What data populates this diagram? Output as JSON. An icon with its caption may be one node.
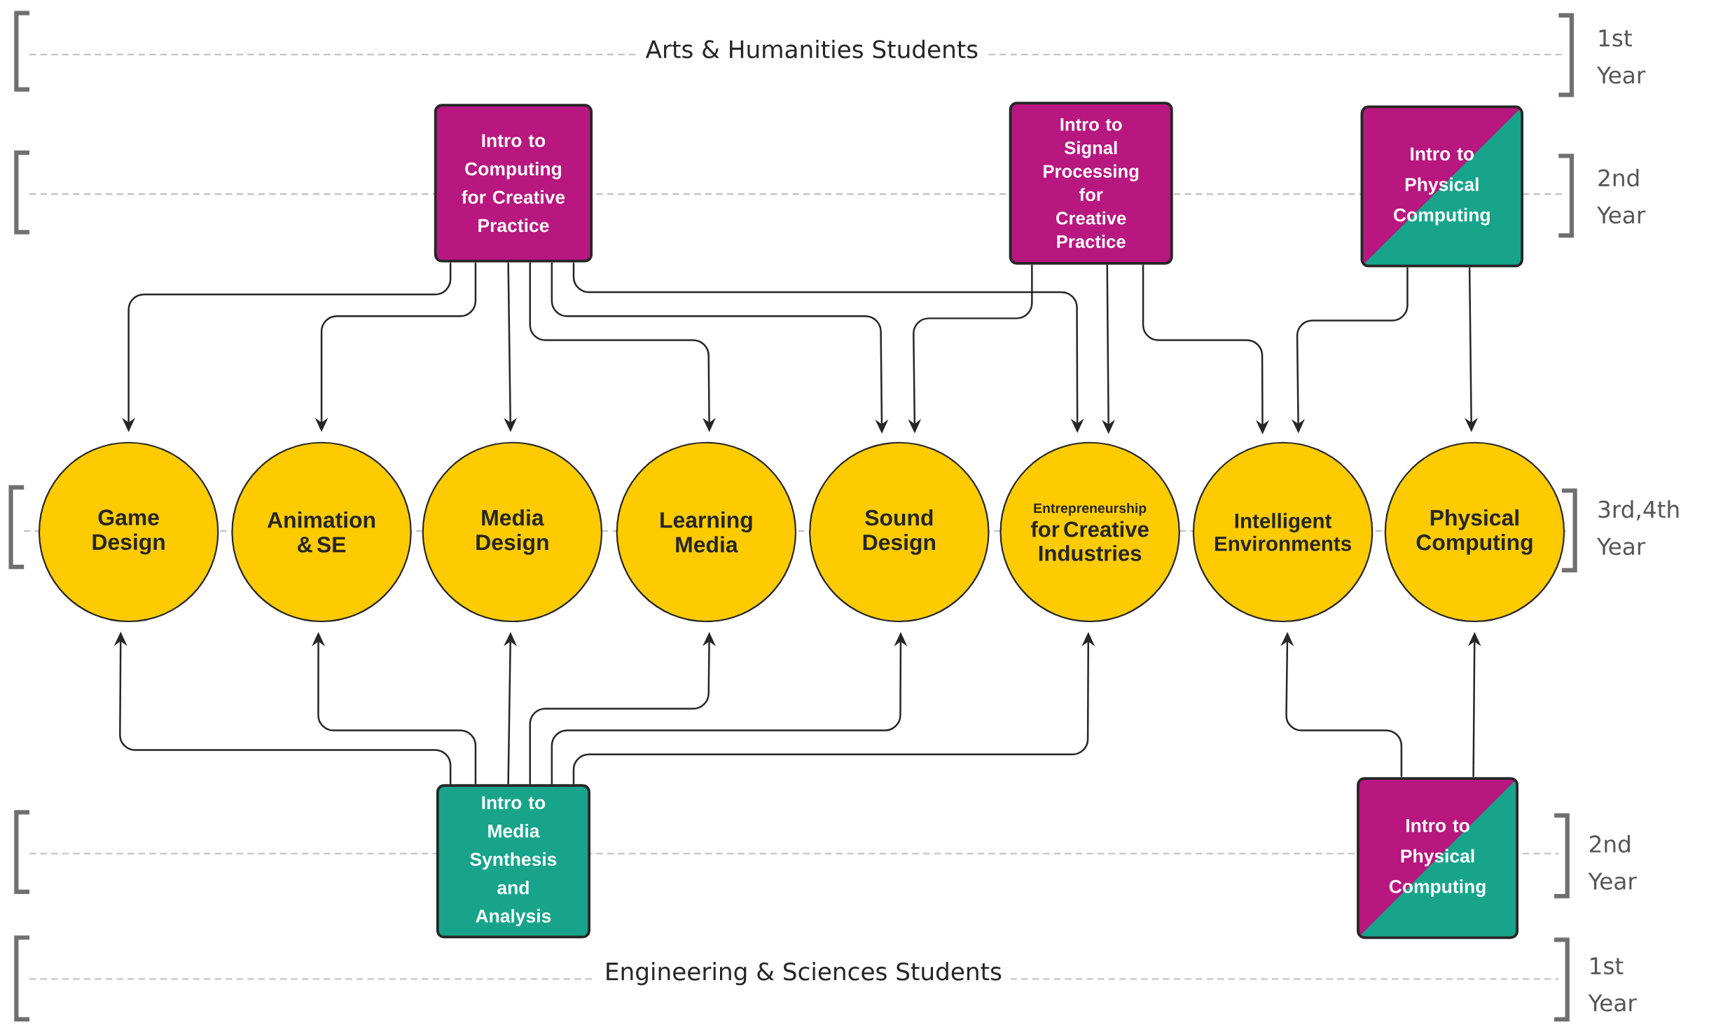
{
  "diagram": {
    "nodes": [
      {
        "text": [
          "Intro to Computing for Creative Practice"
        ]
      },
      {
        "text": [
          "Intro to Signal Processing for Creative Practice"
        ]
      },
      {
        "text": [
          "Intro to Physical Computing"
        ]
      },
      {
        "text": [
          "Game Design"
        ]
      },
      {
        "text": [
          "Animation & SE"
        ]
      },
      {
        "text": [
          "Media Design"
        ]
      },
      {
        "text": [
          "Learning Media"
        ]
      },
      {
        "text": [
          "Sound Design"
        ]
      },
      {
        "text": [
          "Entrepreneurship",
          "for Creative Industries"
        ]
      },
      {
        "text": [
          "Intelligent Environments"
        ]
      },
      {
        "text": [
          "Physical Computing"
        ]
      },
      {
        "text": [
          "Intro to Media Synthesis and Analysis"
        ]
      },
      {
        "text": [
          "Intro to Physical Computing"
        ]
      }
    ],
    "edges": [
      {
        "from": 0,
        "to": 3,
        "arrow": "to"
      },
      {
        "from": 0,
        "to": 4,
        "arrow": "to"
      },
      {
        "from": 0,
        "to": 5,
        "arrow": "to"
      },
      {
        "from": 0,
        "to": 6,
        "arrow": "to"
      },
      {
        "from": 0,
        "to": 7,
        "arrow": "to"
      },
      {
        "from": 0,
        "to": 8,
        "arrow": "to"
      },
      {
        "from": 1,
        "to": 7,
        "arrow": "to"
      },
      {
        "from": 1,
        "to": 8,
        "arrow": "to"
      },
      {
        "from": 1,
        "to": 9,
        "arrow": "to"
      },
      {
        "from": 2,
        "to": 9,
        "arrow": "to"
      },
      {
        "from": 2,
        "to": 10,
        "arrow": "to"
      },
      {
        "from": 11,
        "to": 3,
        "arrow": "to"
      },
      {
        "from": 11,
        "to": 4,
        "arrow": "to"
      },
      {
        "from": 11,
        "to": 5,
        "arrow": "to"
      },
      {
        "from": 11,
        "to": 6,
        "arrow": "to"
      },
      {
        "from": 11,
        "to": 7,
        "arrow": "to"
      },
      {
        "from": 11,
        "to": 8,
        "arrow": "to"
      },
      {
        "from": 12,
        "to": 9,
        "arrow": "to"
      },
      {
        "from": 12,
        "to": 10,
        "arrow": "to"
      }
    ],
    "labels": [
      "Arts & Humanities Students",
      "1st Year",
      "2nd Year",
      "3rd,4th Year",
      "2nd Year",
      "Engineering & Sciences Students",
      "1st Year"
    ]
  }
}
